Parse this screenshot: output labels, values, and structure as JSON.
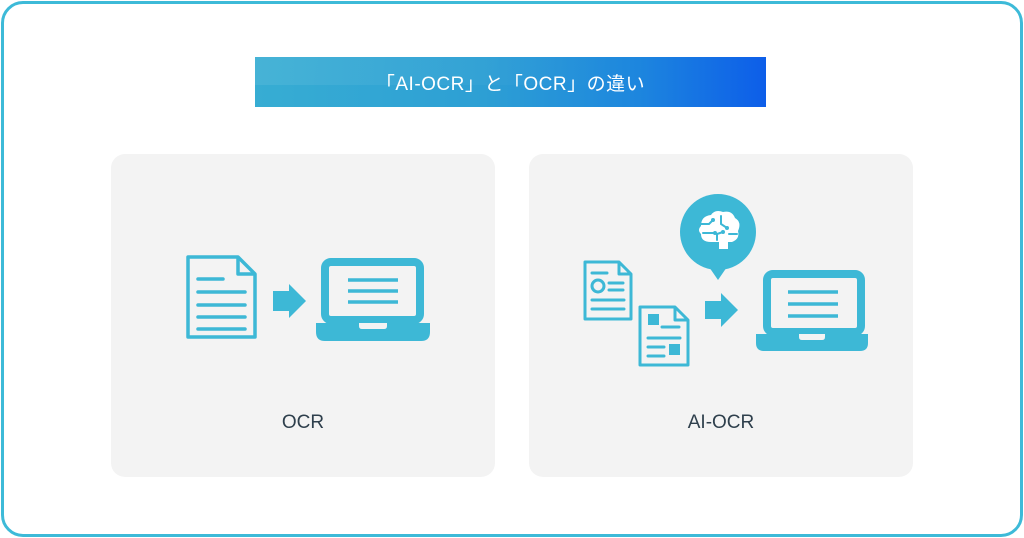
{
  "title": "「AI-OCR」と「OCR」の違い",
  "colors": {
    "frame_border": "#3dbad8",
    "icon": "#3db8d6",
    "panel_bg": "#f3f3f3",
    "banner_start": "#37add3",
    "banner_end": "#0d5ee9",
    "label_text": "#2e3f4c"
  },
  "panels": [
    {
      "label": "OCR",
      "icons": [
        "document-icon",
        "arrow-right-icon",
        "laptop-icon"
      ]
    },
    {
      "label": "AI-OCR",
      "icons": [
        "id-document-icon",
        "form-document-icon",
        "ai-brain-bubble-icon",
        "arrow-right-icon",
        "laptop-icon"
      ]
    }
  ]
}
